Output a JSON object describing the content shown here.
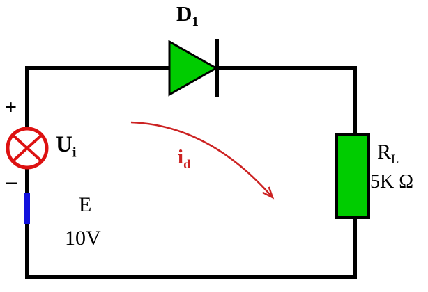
{
  "diagram_title": "half-wave-rectifier-diode-circuit",
  "labels": {
    "diode": {
      "main": "D",
      "sub": "1"
    },
    "plus": "+",
    "minus": "−",
    "source": {
      "main": "U",
      "sub": "i"
    },
    "emf": "E",
    "emf_value": "10V",
    "current": {
      "main": "i",
      "sub": "d"
    },
    "resistor": {
      "main": "R",
      "sub": "L"
    },
    "resistor_value": "5K Ω"
  },
  "colors": {
    "background": "#ffffff",
    "wire": "#000000",
    "diode_fill": "#00cc00",
    "resistor_fill": "#00cc00",
    "source_stroke": "#dd1111",
    "current_arrow": "#cc2222",
    "polarity_mark": "#1111dd"
  }
}
